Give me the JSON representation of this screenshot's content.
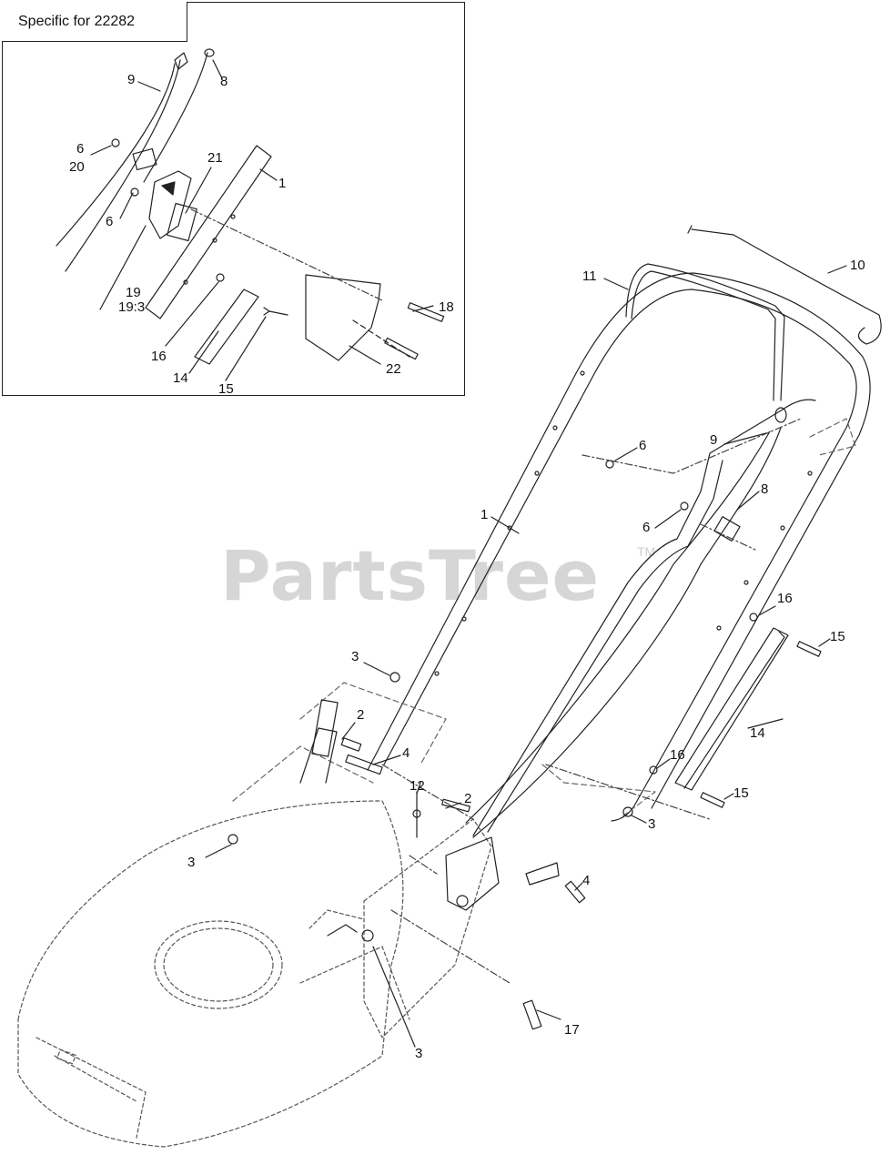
{
  "inset": {
    "title": "Specific for 22282"
  },
  "watermark": {
    "text": "PartsTree",
    "trademark": "TM"
  },
  "callouts": {
    "inset": {
      "c9": "9",
      "c8": "8",
      "c6a": "6",
      "c20": "20",
      "c21": "21",
      "c1": "1",
      "c6b": "6",
      "c19": "19",
      "c19_3": "19:3",
      "c18": "18",
      "c16": "16",
      "c14": "14",
      "c15": "15",
      "c22": "22"
    },
    "main": {
      "c10": "10",
      "c11": "11",
      "c6a": "6",
      "c9": "9",
      "c8": "8",
      "c1": "1",
      "c6b": "6",
      "c16a": "16",
      "c15a": "15",
      "c3a": "3",
      "c2a": "2",
      "c4a": "4",
      "c14": "14",
      "c16b": "16",
      "c15b": "15",
      "c12": "12",
      "c2b": "2",
      "c3b": "3",
      "c3c": "3",
      "c4b": "4",
      "c17": "17",
      "c3d": "3"
    }
  }
}
